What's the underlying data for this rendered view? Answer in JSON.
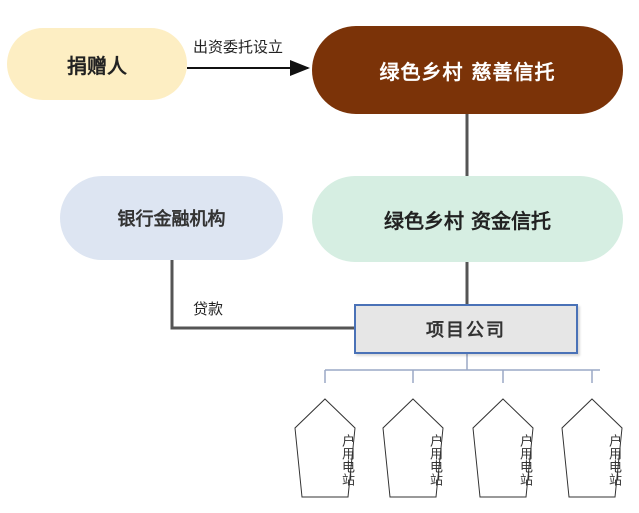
{
  "nodes": {
    "donor": "捐赠人",
    "charity_trust": "绿色乡村 慈善信托",
    "bank": "银行金融机构",
    "fund_trust": "绿色乡村 资金信托",
    "project_company": "项目公司"
  },
  "edge_labels": {
    "fund_trust_setup": "出资委托设立",
    "loan": "贷款"
  },
  "stations": [
    {
      "label": "户用电站"
    },
    {
      "label": "户用电站"
    },
    {
      "label": "户用电站"
    },
    {
      "label": "户用电站"
    }
  ],
  "colors": {
    "donor_fill": "#fdeec3",
    "charity_fill": "#7b3308",
    "bank_fill": "#dde5f2",
    "fund_fill": "#d6eee2",
    "project_fill": "#e6e6e6",
    "project_border": "#4a72b7",
    "connector": "#555555"
  }
}
